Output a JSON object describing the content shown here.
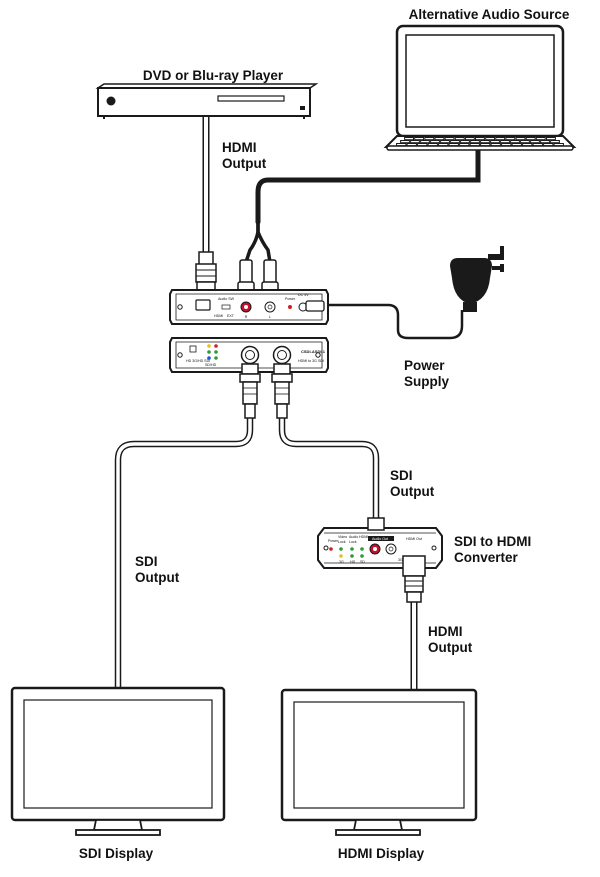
{
  "labels": {
    "alt_audio": "Alternative Audio Source",
    "dvd": "DVD or Blu-ray Player",
    "hdmi_out_1a": "HDMI",
    "hdmi_out_1b": "Output",
    "power_a": "Power",
    "power_b": "Supply",
    "sdi_out_right_a": "SDI",
    "sdi_out_right_b": "Output",
    "converter_a": "SDI to HDMI",
    "converter_b": "Converter",
    "sdi_out_left_a": "SDI",
    "sdi_out_left_b": "Output",
    "hdmi_out_2a": "HDMI",
    "hdmi_out_2b": "Output",
    "sdi_display": "SDI Display",
    "hdmi_display": "HDMI Display"
  },
  "device_text": {
    "main_audio": "Audio SW",
    "main_hdmi": "HDMI",
    "main_ext": "EXT",
    "main_l": "L",
    "main_r": "R",
    "main_power": "Power",
    "main_dc": "DC 5V",
    "front_model": "CSDI-ASDI-1",
    "front_sub": "HDMI to 3G SDI",
    "front_mode": "HD 3G/HD SDI",
    "front_sd": "SD/HD",
    "conv_power": "Power",
    "conv_video": "Video",
    "conv_audio": "Audio",
    "conv_hdmi": "HDMI",
    "conv_lock": "Lock",
    "conv_lock2": "Lock",
    "conv_3g": "3G",
    "conv_hd": "HD",
    "conv_sd": "SD",
    "conv_audio_out": "Audio Out",
    "conv_hdmi_out": "HDMI Out",
    "conv_model": "3G-SDI to HDMI"
  },
  "colors": {
    "line": "#1a1a1a",
    "cable_black": "#1a1a1a",
    "cable_white": "#ffffff",
    "audio_red": "#c8102e",
    "led_green": "#2e9a3a",
    "led_red": "#d02020",
    "led_yellow": "#e4c21a",
    "led_blue": "#2255cc"
  }
}
